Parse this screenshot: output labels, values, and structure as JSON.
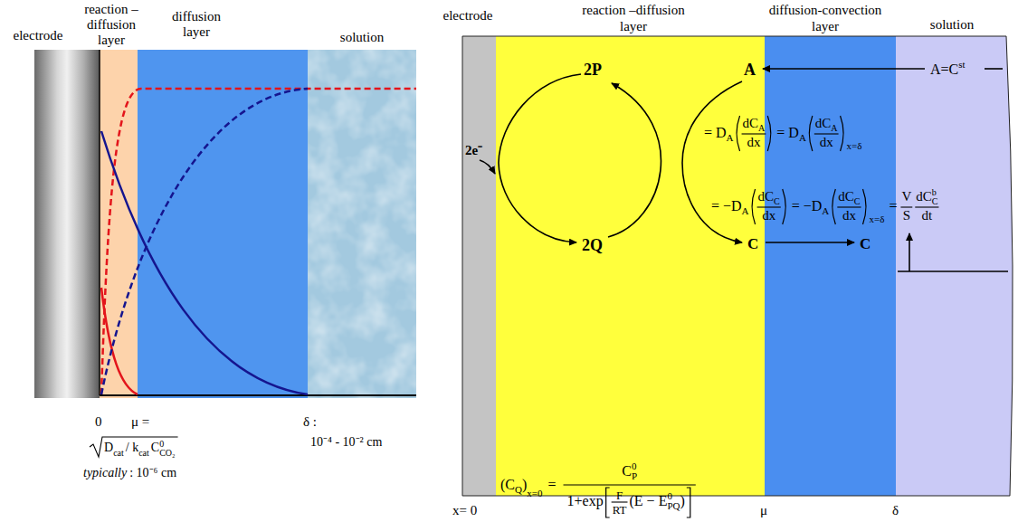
{
  "diagram": {
    "nodes": [
      {
        "text": [
          "electrode"
        ]
      },
      {
        "text": [
          "reaction – diffusion layer"
        ]
      },
      {
        "text": [
          "diffusion layer"
        ]
      },
      {
        "text": [
          "solution"
        ]
      },
      {
        "text": [
          "electrode"
        ]
      },
      {
        "text": [
          "reaction –diffusion layer"
        ]
      },
      {
        "text": [
          "diffusion-convection layer"
        ]
      },
      {
        "text": [
          "solution"
        ]
      }
    ],
    "labels": [
      "0",
      "μ =",
      "δ :",
      "10⁻⁴ - 10⁻² cm",
      "D",
      "cat",
      "/ k",
      "cat",
      "C",
      "0",
      "CO₂",
      "typically",
      ": 10⁻⁶ cm",
      "2P",
      "A",
      "A=C",
      "st",
      "2e⁻",
      "=",
      "D",
      "A",
      "dC",
      "A",
      "dx",
      "= D",
      "A",
      "dC",
      "A",
      "dx",
      "x=δ",
      "= −D",
      "A",
      "dC",
      "C",
      "dx",
      "= −D",
      "A",
      "dC",
      "C",
      "dx",
      "x=δ",
      "=",
      "V",
      "S",
      "dC",
      "C",
      "b",
      "dt",
      "2Q",
      "C",
      "C",
      "(C",
      "Q",
      ")",
      "x=0",
      "=",
      "C",
      "0",
      "P",
      "1+exp",
      "F",
      "RT",
      "(E − E",
      "PQ",
      "0",
      ")",
      "x= 0",
      "μ",
      "δ"
    ]
  }
}
